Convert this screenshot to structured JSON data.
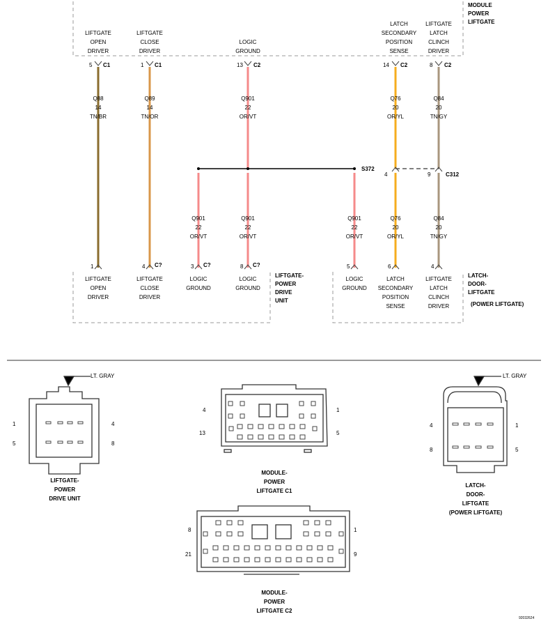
{
  "module_power_liftgate": {
    "title_lines": [
      "MODULE",
      "POWER",
      "LIFTGATE"
    ],
    "pins": [
      {
        "lines": [
          "LIFTGATE",
          "OPEN",
          "DRIVER"
        ],
        "pin": "5",
        "conn": "C1"
      },
      {
        "lines": [
          "LIFTGATE",
          "CLOSE",
          "DRIVER"
        ],
        "pin": "1",
        "conn": "C1"
      },
      {
        "lines": [
          "LOGIC",
          "GROUND"
        ],
        "pin": "13",
        "conn": "C2"
      },
      {
        "lines": [
          "LATCH",
          "SECONDARY",
          "POSITION",
          "SENSE"
        ],
        "pin": "14",
        "conn": "C2"
      },
      {
        "lines": [
          "LIFTGATE",
          "LATCH",
          "CLINCH",
          "DRIVER"
        ],
        "pin": "8",
        "conn": "C2"
      }
    ]
  },
  "wires_top": [
    {
      "circuit": "Q88",
      "gauge": "14",
      "color": "TN/BR",
      "hex": "#8a6d2e"
    },
    {
      "circuit": "Q89",
      "gauge": "14",
      "color": "TN/OR",
      "hex": "#d9974a"
    },
    {
      "circuit": "Q901",
      "gauge": "22",
      "color": "OR/VT",
      "hex": "#f58a8a"
    },
    {
      "circuit": "Q76",
      "gauge": "20",
      "color": "OR/YL",
      "hex": "#f5ad1e"
    },
    {
      "circuit": "Q84",
      "gauge": "20",
      "color": "TN/GY",
      "hex": "#a8967e"
    }
  ],
  "splice": {
    "label": "S372"
  },
  "inline_connector": {
    "label": "C312",
    "pin_left": "4",
    "pin_right": "9"
  },
  "wires_bottom": [
    {
      "circuit": "Q901",
      "gauge": "22",
      "color": "OR/VT"
    },
    {
      "circuit": "Q901",
      "gauge": "22",
      "color": "OR/VT"
    },
    {
      "circuit": "Q901",
      "gauge": "22",
      "color": "OR/VT"
    },
    {
      "circuit": "Q76",
      "gauge": "20",
      "color": "OR/YL"
    },
    {
      "circuit": "Q84",
      "gauge": "20",
      "color": "TN/GY"
    }
  ],
  "drive_unit": {
    "title_lines": [
      "LIFTGATE-",
      "POWER",
      "DRIVE",
      "UNIT"
    ],
    "pins": [
      {
        "pin": "1",
        "conn": "",
        "lines": [
          "LIFTGATE",
          "OPEN",
          "DRIVER"
        ]
      },
      {
        "pin": "4",
        "conn": "C?",
        "lines": [
          "LIFTGATE",
          "CLOSE",
          "DRIVER"
        ]
      },
      {
        "pin": "3",
        "conn": "C?",
        "lines": [
          "LOGIC",
          "GROUND"
        ]
      },
      {
        "pin": "8",
        "conn": "C?",
        "lines": [
          "LOGIC",
          "GROUND"
        ]
      }
    ]
  },
  "latch_door": {
    "title_lines": [
      "LATCH-",
      "DOOR-",
      "LIFTGATE",
      "(POWER LIFTGATE)"
    ],
    "pins": [
      {
        "pin": "5",
        "lines": [
          "LOGIC",
          "GROUND"
        ]
      },
      {
        "pin": "6",
        "lines": [
          "LATCH",
          "SECONDARY",
          "POSITION",
          "SENSE"
        ]
      },
      {
        "pin": "4",
        "lines": [
          "LIFTGATE",
          "LATCH",
          "CLINCH",
          "DRIVER"
        ]
      }
    ]
  },
  "connector_views": {
    "drive_unit": {
      "color_label": "LT. GRAY",
      "pins": [
        "1",
        "4",
        "5",
        "8"
      ],
      "name_lines": [
        "LIFTGATE-",
        "POWER",
        "DRIVE UNIT"
      ]
    },
    "module_c1": {
      "pins": [
        "4",
        "1",
        "13",
        "5"
      ],
      "name_lines": [
        "MODULE-",
        "POWER",
        "LIFTGATE C1"
      ]
    },
    "module_c2": {
      "pins": [
        "8",
        "1",
        "21",
        "9"
      ],
      "name_lines": [
        "MODULE-",
        "POWER",
        "LIFTGATE C2"
      ]
    },
    "latch": {
      "color_label": "LT. GRAY",
      "pins": [
        "4",
        "1",
        "8",
        "5"
      ],
      "name_lines": [
        "LATCH-",
        "DOOR-",
        "LIFTGATE",
        "(POWER LIFTGATE)"
      ]
    }
  },
  "figure_id": "92032624"
}
